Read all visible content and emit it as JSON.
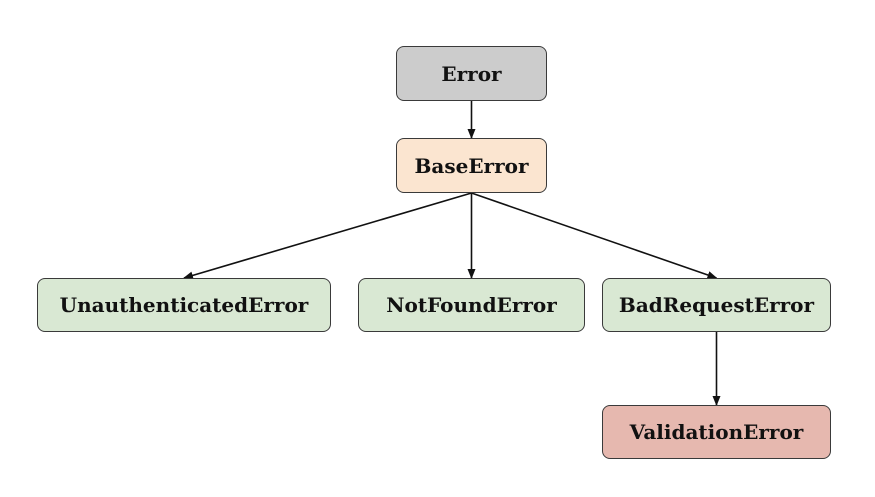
{
  "colors": {
    "root": "#cccccc",
    "base": "#fbe5d0",
    "child": "#d9e8d3",
    "leaf": "#e6b8af",
    "edge": "#111111"
  },
  "nodes": {
    "error": "Error",
    "base_error": "BaseError",
    "unauthenticated_error": "UnauthenticatedError",
    "not_found_error": "NotFoundError",
    "bad_request_error": "BadRequestError",
    "validation_error": "ValidationError"
  },
  "edges": [
    {
      "from": "error",
      "to": "base_error"
    },
    {
      "from": "base_error",
      "to": "unauthenticated_error"
    },
    {
      "from": "base_error",
      "to": "not_found_error"
    },
    {
      "from": "base_error",
      "to": "bad_request_error"
    },
    {
      "from": "bad_request_error",
      "to": "validation_error"
    }
  ]
}
